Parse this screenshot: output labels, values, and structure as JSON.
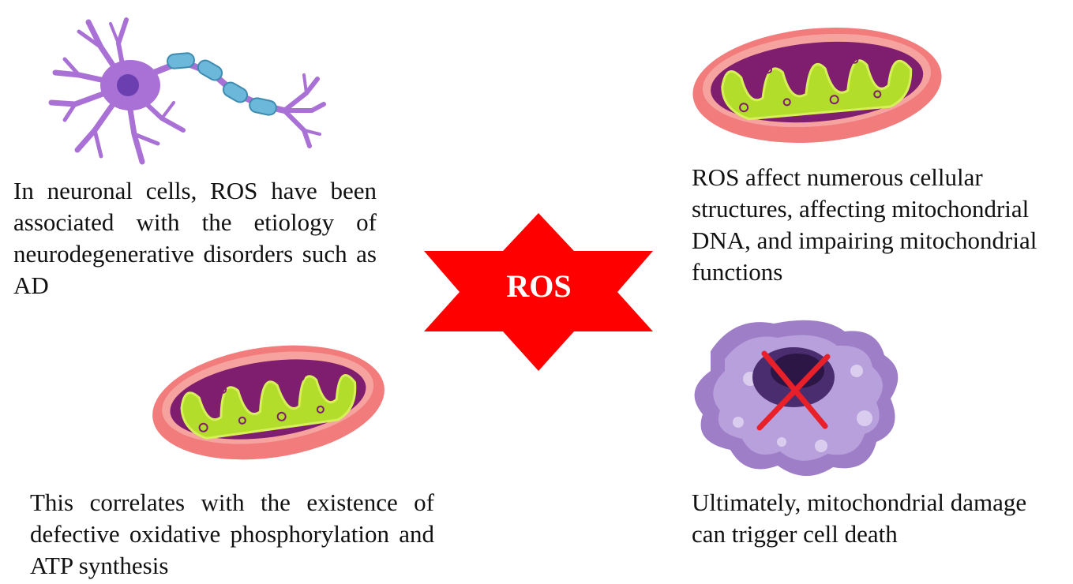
{
  "center": {
    "label": "ROS",
    "star_color": "#ff0000",
    "label_color": "#ffffff"
  },
  "panels": {
    "neuron": {
      "icon": "neuron-icon",
      "caption": "In neuronal cells, ROS have been associated with the etiology of neurodegenerative disorders such as AD"
    },
    "mito_top": {
      "icon": "mitochondrion-icon",
      "caption": "ROS affect numerous cellular structures, affecting mitochondrial DNA, and impairing mitochondrial functions"
    },
    "mito_bottom": {
      "icon": "mitochondrion-icon",
      "caption": "This correlates with the existence of defective oxidative phosphorylation and ATP synthesis"
    },
    "cell_death": {
      "icon": "dying-cell-icon",
      "overlay_icon": "red-x-icon",
      "caption": "Ultimately, mitochondrial damage can trigger cell death"
    }
  },
  "colors": {
    "neuron": "#a970d6",
    "myelin": "#6cb8da",
    "mito_outer": "#f27b7b",
    "mito_inner": "#7f1d6e",
    "mito_matrix": "#b3dd2b",
    "cell": "#9f7ec8",
    "x_mark": "#e8202a"
  }
}
